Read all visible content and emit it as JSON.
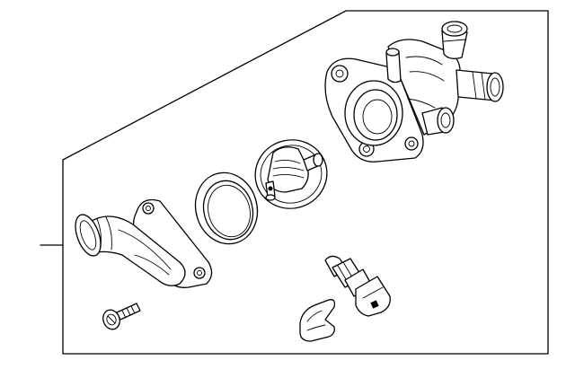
{
  "diagram": {
    "parts": [
      {
        "id": "thermostat-housing"
      },
      {
        "id": "water-outlet-pipe"
      },
      {
        "id": "gasket-ring"
      },
      {
        "id": "thermostat"
      },
      {
        "id": "bolt"
      },
      {
        "id": "temperature-sensor"
      },
      {
        "id": "retaining-clip"
      }
    ]
  }
}
